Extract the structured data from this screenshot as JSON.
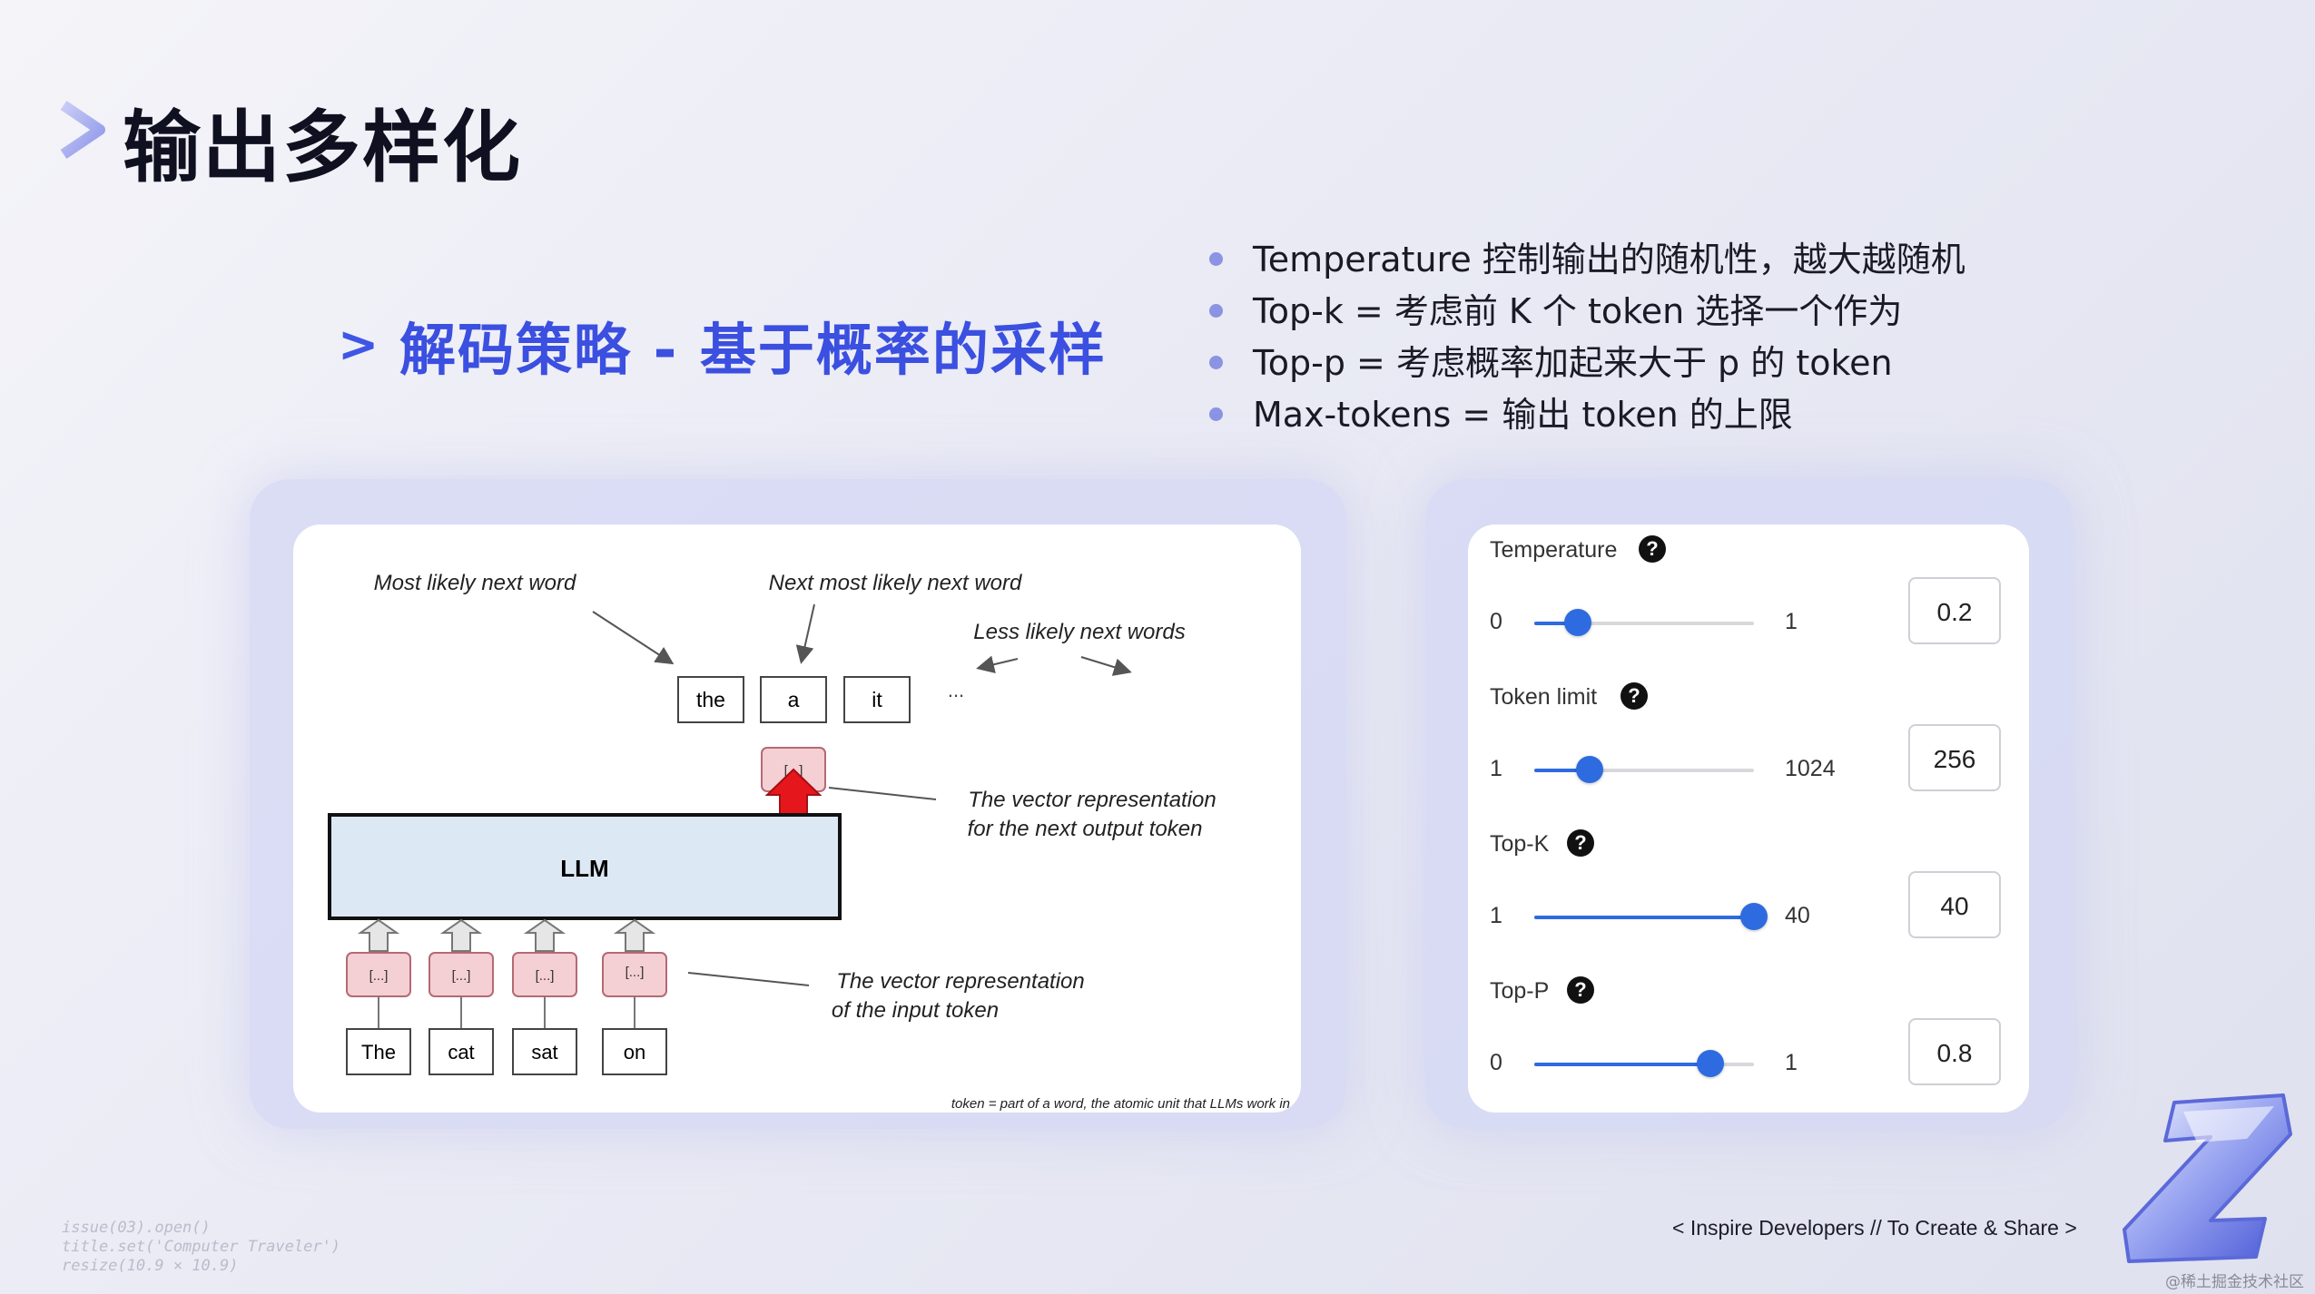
{
  "slide": {
    "title": "输出多样化",
    "subtitle": "解码策略 - 基于概率的采样",
    "subtitle_prefix": ">",
    "accent_color": "#3b4fe0"
  },
  "bullets": [
    "Temperature 控制输出的随机性，越大越随机",
    "Top-k = 考虑前 K 个 token 选择一个作为",
    "Top-p = 考虑概率加起来大于 p 的 token",
    "Max-tokens = 输出 token 的上限"
  ],
  "diagram": {
    "label_most_likely": "Most likely next word",
    "label_next_most_likely": "Next most likely next word",
    "label_less_likely": "Less likely next words",
    "output_tokens": [
      "the",
      "a",
      "it"
    ],
    "ellipsis": "...",
    "vector_glyph": "[...]",
    "llm_label": "LLM",
    "label_output_vector_line1": "The vector representation",
    "label_output_vector_line2": "for the next output token",
    "label_input_vector_line1": "The vector representation",
    "label_input_vector_line2": "of the input token",
    "input_tokens": [
      "The",
      "cat",
      "sat",
      "on"
    ],
    "footnote": "token = part of a word, the atomic unit that LLMs work in"
  },
  "controls": [
    {
      "label": "Temperature",
      "min": "0",
      "max": "1",
      "value": "0.2",
      "fraction": 0.2
    },
    {
      "label": "Token limit",
      "min": "1",
      "max": "1024",
      "value": "256",
      "fraction": 0.25
    },
    {
      "label": "Top-K",
      "min": "1",
      "max": "40",
      "value": "40",
      "fraction": 1.0
    },
    {
      "label": "Top-P",
      "min": "0",
      "max": "1",
      "value": "0.8",
      "fraction": 0.8
    }
  ],
  "help_glyph": "?",
  "footer": {
    "tagline": "< Inspire Developers  //  To Create & Share >",
    "code_line1": "issue(03).open()",
    "code_line2": "title.set('Computer Traveler')",
    "code_line3": "resize(10.9 × 10.9)",
    "watermark": "@稀土掘金技术社区"
  },
  "icons": {
    "title_chevron": "chevron-right-icon",
    "logo": "brand-logo-icon",
    "help": "question-mark-icon"
  }
}
